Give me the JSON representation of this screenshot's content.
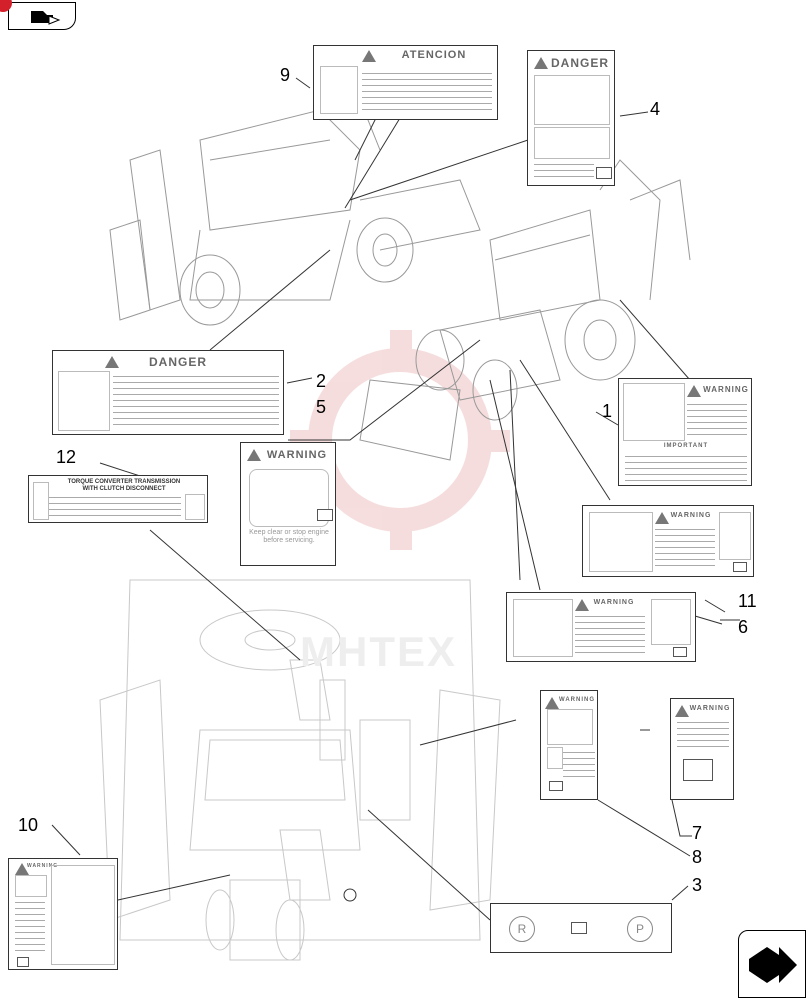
{
  "nav": {
    "top_left_icon": "folder-arrow-icon",
    "bottom_right_icon": "next-page-arrow-icon"
  },
  "watermark": {
    "text": "MHTEX",
    "color": "#e8a0a0"
  },
  "callouts": [
    "1",
    "2",
    "3",
    "4",
    "5",
    "6",
    "7",
    "8",
    "9",
    "10",
    "11",
    "12"
  ],
  "decals": {
    "d9": {
      "header": "ATENCION"
    },
    "d4": {
      "header": "DANGER"
    },
    "d2": {
      "header": "DANGER"
    },
    "d5": {
      "header": "WARNING",
      "footer": "Keep clear or stop engine before servicing."
    },
    "d12": {
      "header": "TORQUE CONVERTER TRANSMISSION",
      "subheader": "WITH CLUTCH DISCONNECT"
    },
    "d1": {
      "header": "WARNING",
      "lower_header": "IMPORTANT"
    },
    "d11": {
      "header": "WARNING"
    },
    "d6": {
      "header": "WARNING"
    },
    "d8": {
      "header": "WARNING"
    },
    "d7": {
      "header": "WARNING"
    },
    "d10": {
      "header": "WARNING"
    },
    "d3": {
      "letters": [
        "R",
        "P"
      ]
    }
  },
  "colors": {
    "line": "#555555",
    "drawing": "#999999",
    "light_drawing": "#c8c8c8",
    "badge_red": "#d4202a"
  }
}
